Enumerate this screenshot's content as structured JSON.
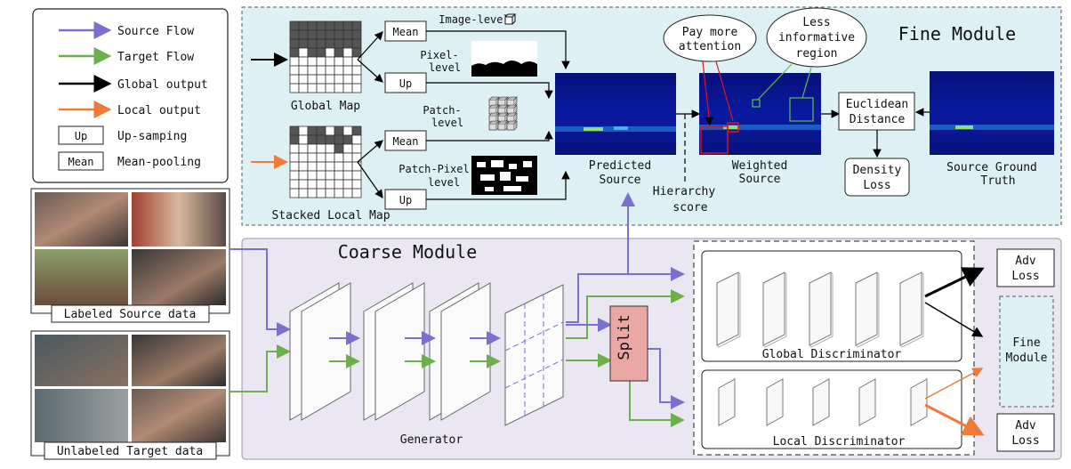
{
  "legend": {
    "source_flow": "Source Flow",
    "target_flow": "Target Flow",
    "global_output": "Global output",
    "local_output": "Local output",
    "up_box": "Up",
    "up_desc": "Up-samping",
    "mean_box": "Mean",
    "mean_desc": "Mean-pooling"
  },
  "inputs": {
    "source_caption": "Labeled Source data",
    "target_caption": "Unlabeled Target data"
  },
  "fine": {
    "title": "Fine Module",
    "global_map": "Global Map",
    "stacked_local_map": "Stacked Local Map",
    "mean1": "Mean",
    "up1": "Up",
    "mean2": "Mean",
    "up2": "Up",
    "image_level": "Image-level",
    "pixel_level_1": "Pixel-",
    "pixel_level_2": "level",
    "patch_level_1": "Patch-",
    "patch_level_2": "level",
    "patch_pixel_1": "Patch-Pixel",
    "patch_pixel_2": "level",
    "predicted_1": "Predicted",
    "predicted_2": "Source",
    "weighted_1": "Weighted",
    "weighted_2": "Source",
    "hierarchy_1": "Hierarchy",
    "hierarchy_2": "score",
    "attention_1": "Pay more",
    "attention_2": "attention",
    "less_1": "Less",
    "less_2": "informative",
    "less_3": "region",
    "euclid_1": "Euclidean",
    "euclid_2": "Distance",
    "density_1": "Density",
    "density_2": "Loss",
    "gt_1": "Source Ground",
    "gt_2": "Truth"
  },
  "coarse": {
    "title": "Coarse Module",
    "generator": "Generator",
    "split": "Split",
    "global_disc": "Global Discriminator",
    "local_disc": "Local Discriminator",
    "adv1_1": "Adv",
    "adv1_2": "Loss",
    "fine_module_1": "Fine",
    "fine_module_2": "Module",
    "adv2_1": "Adv",
    "adv2_2": "Loss"
  },
  "colors": {
    "source": "#7B6FD0",
    "target": "#6CB04C",
    "global": "#000000",
    "local": "#F07A3A",
    "fine_bg": "#DDF1F5",
    "coarse_bg": "#EAE6F2",
    "split_fill": "#EBA7A3"
  }
}
